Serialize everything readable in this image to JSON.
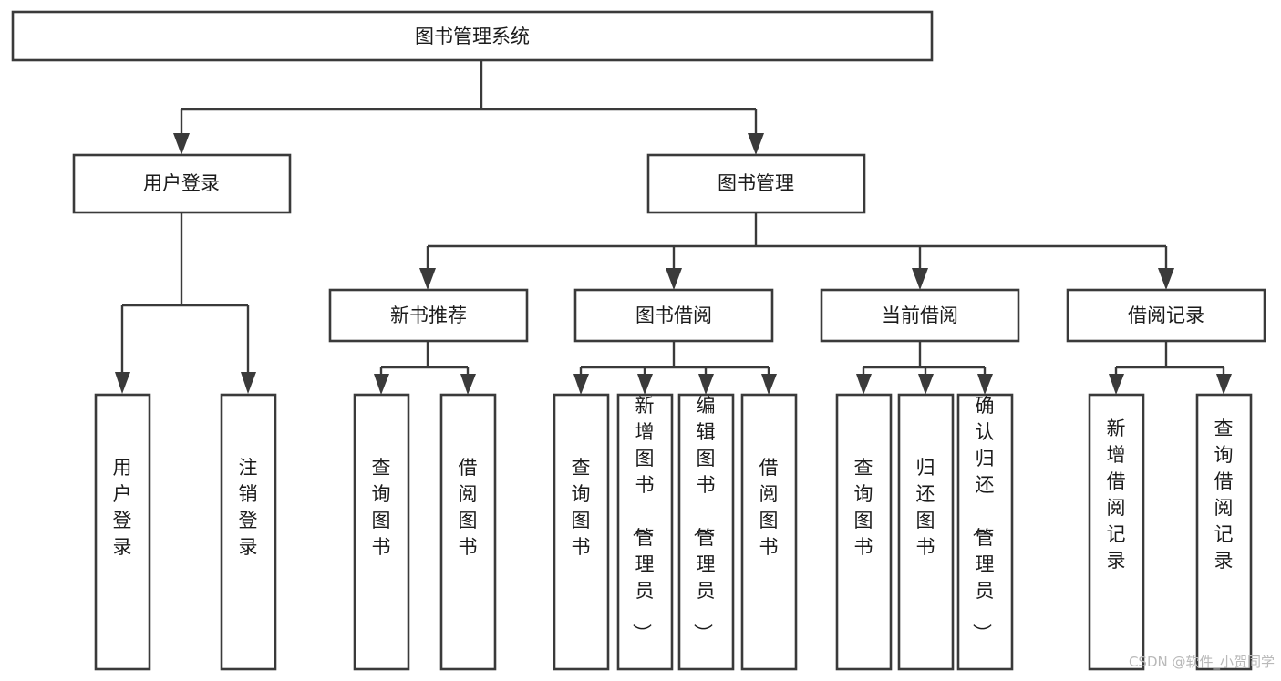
{
  "diagram": {
    "title": "图书管理系统",
    "type": "tree-hierarchy",
    "watermark": "CSDN @软件_小贺同学",
    "colors": {
      "background": "#ffffff",
      "stroke": "#3a3a3a",
      "text": "#1b1b1b",
      "watermark": "#b9b9b9"
    },
    "levels": {
      "root_label": "图书管理系统",
      "level2": [
        "用户登录",
        "图书管理"
      ],
      "level3": [
        "新书推荐",
        "图书借阅",
        "当前借阅",
        "借阅记录"
      ]
    },
    "nodes": {
      "root": {
        "label": "图书管理系统",
        "orientation": "horizontal"
      },
      "user_login": {
        "label": "用户登录",
        "orientation": "horizontal"
      },
      "book_manage": {
        "label": "图书管理",
        "orientation": "horizontal"
      },
      "new_book_rec": {
        "label": "新书推荐",
        "orientation": "horizontal"
      },
      "book_borrow": {
        "label": "图书借阅",
        "orientation": "horizontal"
      },
      "current_borrow": {
        "label": "当前借阅",
        "orientation": "horizontal"
      },
      "borrow_record": {
        "label": "借阅记录",
        "orientation": "horizontal"
      },
      "leaf_user_login": {
        "label": "用户登录",
        "orientation": "vertical"
      },
      "leaf_logout": {
        "label": "注销登录",
        "orientation": "vertical"
      },
      "leaf_query_book_1": {
        "label": "查询图书",
        "orientation": "vertical"
      },
      "leaf_borrow_book_1": {
        "label": "借阅图书",
        "orientation": "vertical"
      },
      "leaf_query_book_2": {
        "label": "查询图书",
        "orientation": "vertical"
      },
      "leaf_add_book": {
        "label": "新增图书（管理员）",
        "orientation": "vertical"
      },
      "leaf_edit_book": {
        "label": "编辑图书（管理员）",
        "orientation": "vertical"
      },
      "leaf_borrow_book_2": {
        "label": "借阅图书",
        "orientation": "vertical"
      },
      "leaf_query_book_3": {
        "label": "查询图书",
        "orientation": "vertical"
      },
      "leaf_return_book": {
        "label": "归还图书",
        "orientation": "vertical"
      },
      "leaf_confirm_return": {
        "label": "确认归还（管理员）",
        "orientation": "vertical"
      },
      "leaf_add_record": {
        "label": "新增借阅记录",
        "orientation": "vertical"
      },
      "leaf_query_record": {
        "label": "查询借阅记录",
        "orientation": "vertical"
      }
    },
    "tree": {
      "label": "图书管理系统",
      "children": [
        {
          "label": "用户登录",
          "children": [
            {
              "label": "用户登录"
            },
            {
              "label": "注销登录"
            }
          ]
        },
        {
          "label": "图书管理",
          "children": [
            {
              "label": "新书推荐",
              "children": [
                {
                  "label": "查询图书"
                },
                {
                  "label": "借阅图书"
                }
              ]
            },
            {
              "label": "图书借阅",
              "children": [
                {
                  "label": "查询图书"
                },
                {
                  "label": "新增图书（管理员）"
                },
                {
                  "label": "编辑图书（管理员）"
                },
                {
                  "label": "借阅图书"
                }
              ]
            },
            {
              "label": "当前借阅",
              "children": [
                {
                  "label": "查询图书"
                },
                {
                  "label": "归还图书"
                },
                {
                  "label": "确认归还（管理员）"
                }
              ]
            },
            {
              "label": "借阅记录",
              "children": [
                {
                  "label": "新增借阅记录"
                },
                {
                  "label": "查询借阅记录"
                }
              ]
            }
          ]
        }
      ]
    }
  }
}
